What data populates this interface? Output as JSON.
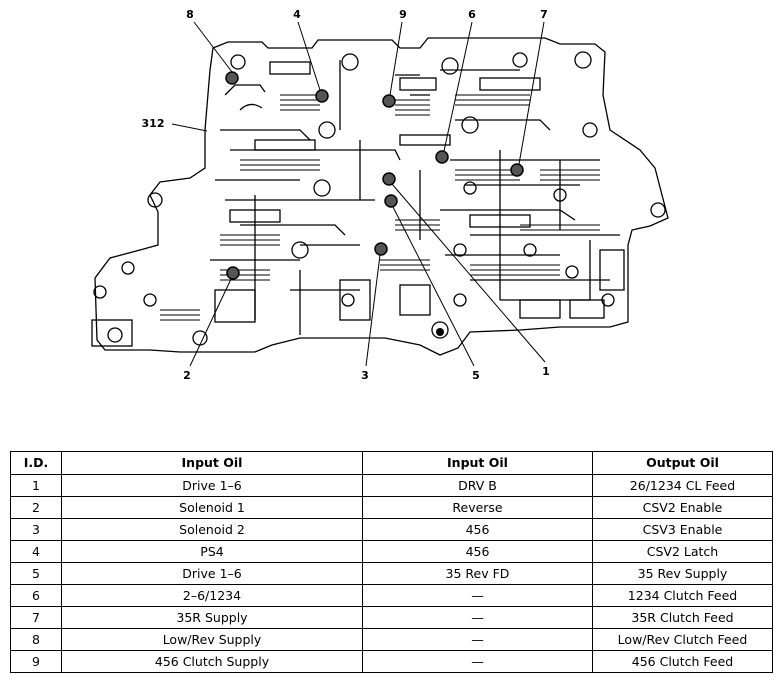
{
  "diagram": {
    "callouts": [
      "8",
      "4",
      "9",
      "6",
      "7",
      "312",
      "2",
      "3",
      "5",
      "1"
    ]
  },
  "table": {
    "headers": [
      "I.D.",
      "Input Oil",
      "Input Oil",
      "Output Oil"
    ],
    "rows": [
      [
        "1",
        "Drive 1–6",
        "DRV B",
        "26/1234 CL Feed"
      ],
      [
        "2",
        "Solenoid 1",
        "Reverse",
        "CSV2 Enable"
      ],
      [
        "3",
        "Solenoid 2",
        "456",
        "CSV3 Enable"
      ],
      [
        "4",
        "PS4",
        "456",
        "CSV2 Latch"
      ],
      [
        "5",
        "Drive 1–6",
        "35 Rev FD",
        "35 Rev Supply"
      ],
      [
        "6",
        "2–6/1234",
        "—",
        "1234 Clutch Feed"
      ],
      [
        "7",
        "35R Supply",
        "—",
        "35R Clutch Feed"
      ],
      [
        "8",
        "Low/Rev Supply",
        "—",
        "Low/Rev Clutch Feed"
      ],
      [
        "9",
        "456 Clutch Supply",
        "—",
        "456 Clutch Feed"
      ]
    ]
  }
}
